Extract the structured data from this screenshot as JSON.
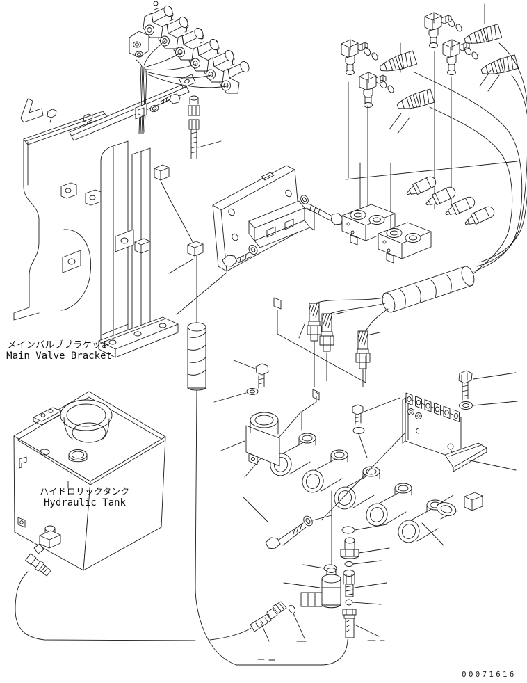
{
  "page": {
    "background": "#ffffff",
    "line_color": "#1b1b1b"
  },
  "labels": {
    "bracket_jp": "メインバルブブラケット",
    "bracket_en": "Main Valve Bracket",
    "tank_jp": "ハイドロリックタンク",
    "tank_en": "Hydraulic Tank"
  },
  "drawing_number": "00071616",
  "components": [
    "top-valve-bank",
    "wire-harness",
    "top-right-elbow-fittings",
    "o-rings",
    "hose-end-fittings",
    "main-valve-bracket",
    "mounting-plate",
    "mounting-bolts",
    "port-blocks",
    "cartridge-valves",
    "hose-bundle",
    "spiral-wrap",
    "hanging-hose-fittings",
    "lower-valve-manifold",
    "terminal-bracket",
    "hydraulic-tank",
    "drain-elbow",
    "return-hose",
    "bottom-adapters-and-plugs"
  ]
}
